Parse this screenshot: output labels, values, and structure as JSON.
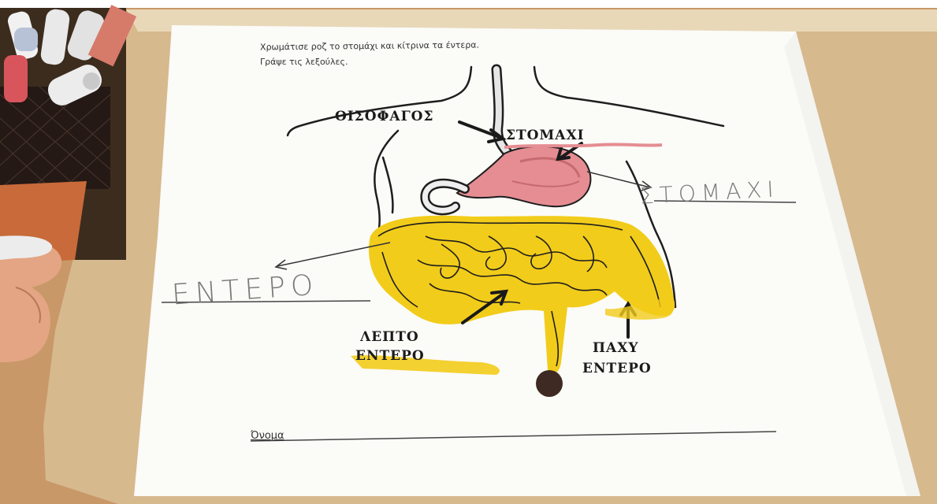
{
  "worksheet": {
    "instruction_line_1": "Χρωμάτισε ροζ το στομάχι και κίτρινα τα έντερα.",
    "instruction_line_2": "Γράψε τις λεξούλες.",
    "name_label": "Όνομα"
  },
  "labels": {
    "oisofagos": "ΟΙΣΟΦΑΓΟΣ",
    "stomachi": "ΣΤΟΜΑΧΙ",
    "lepto_line_1": "ΛΕΠΤΟ",
    "lepto_line_2": "ΕΝΤΕΡΟ",
    "pachy_line_1": "ΠΑΧΥ",
    "pachy_line_2": "ΕΝΤΕΡΟ"
  },
  "handwriting": {
    "stomachi": "ΣΤΟΜΑΧΙ",
    "entero": "ΕΝΤΕΡΟ"
  },
  "colors": {
    "table": "#c99868",
    "paper": "#fbfbf8",
    "stomach_pink": "#e58d92",
    "intestine_yellow": "#f2cc1a",
    "ink": "#1e1e1e"
  }
}
